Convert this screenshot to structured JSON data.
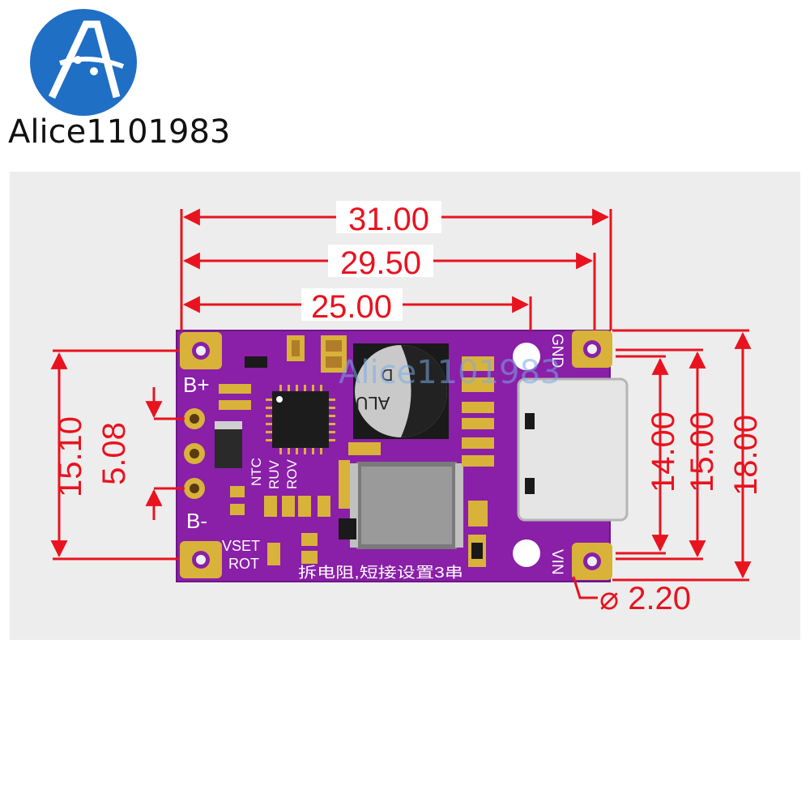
{
  "brand": {
    "name": "Alice1101983",
    "watermark": "Alice1101983",
    "logo_icon": "brand-logo-icon"
  },
  "dimensions": {
    "width_overall": "31.00",
    "width_holes": "29.50",
    "width_pads": "25.00",
    "height_left_outer": "15.10",
    "height_left_pitch": "5.08",
    "height_right_inner": "14.00",
    "height_right_mid": "15.00",
    "height_right_outer": "18.00",
    "hole_diameter": "⌀ 2.20"
  },
  "board": {
    "color": "#8a1fa8",
    "pad_labels": {
      "b_plus": "B+",
      "b_minus": "B-",
      "gnd": "GND",
      "vin": "VIN"
    },
    "small_labels": {
      "ntc": "NTC",
      "ruv": "RUV",
      "rov": "ROV",
      "vset": "VSET",
      "rot": "ROT"
    },
    "cap_text": {
      "alu": "ALU",
      "d": "D"
    },
    "note": "拆电阻,短接设置3串"
  }
}
